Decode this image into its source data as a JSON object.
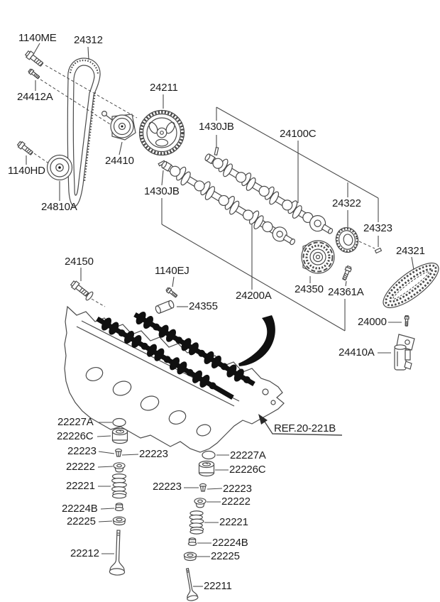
{
  "colors": {
    "background": "#ffffff",
    "line": "#4a4a4a",
    "text": "#1c1c1c",
    "solid_black": "#101010"
  },
  "labels": [
    {
      "text": "1140ME"
    },
    {
      "text": "24312"
    },
    {
      "text": "24412A"
    },
    {
      "text": "1140HD"
    },
    {
      "text": "24810A"
    },
    {
      "text": "24410"
    },
    {
      "text": "24211"
    },
    {
      "text": "1430JB"
    },
    {
      "text": "24100C"
    },
    {
      "text": "1430JB"
    },
    {
      "text": "24322"
    },
    {
      "text": "24323"
    },
    {
      "text": "24321"
    },
    {
      "text": "24200A"
    },
    {
      "text": "24350"
    },
    {
      "text": "24361A"
    },
    {
      "text": "24150"
    },
    {
      "text": "1140EJ"
    },
    {
      "text": "24355"
    },
    {
      "text": "24000"
    },
    {
      "text": "24410A"
    },
    {
      "text": "REF.20-221B"
    },
    {
      "text": "22227A"
    },
    {
      "text": "22226C"
    },
    {
      "text": "22223"
    },
    {
      "text": "22223"
    },
    {
      "text": "22222"
    },
    {
      "text": "22221"
    },
    {
      "text": "22224B"
    },
    {
      "text": "22225"
    },
    {
      "text": "22212"
    },
    {
      "text": "22227A"
    },
    {
      "text": "22226C"
    },
    {
      "text": "22223"
    },
    {
      "text": "22223"
    },
    {
      "text": "22222"
    },
    {
      "text": "22221"
    },
    {
      "text": "22224B"
    },
    {
      "text": "22225"
    },
    {
      "text": "22211"
    }
  ]
}
